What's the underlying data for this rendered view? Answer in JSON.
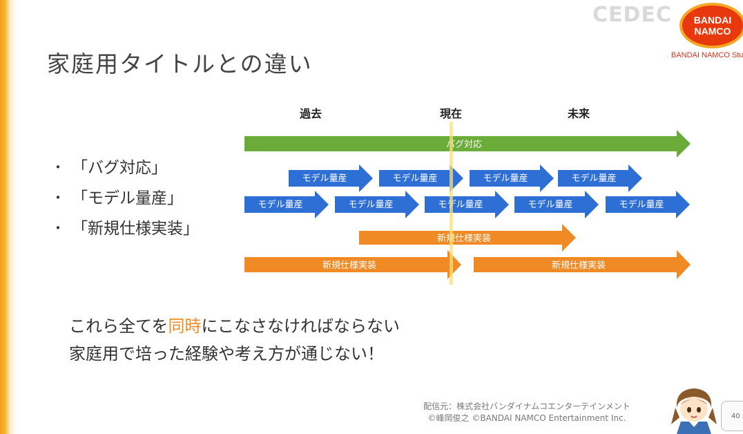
{
  "header": {
    "watermark": "CEDEC",
    "logo_line1": "BANDAI",
    "logo_line2": "NAMCO",
    "studio": "BANDAI NAMCO Stu"
  },
  "title": "家庭用タイトルとの違い",
  "bullets": [
    "「バグ対応」",
    "「モデル量産」",
    "「新規仕様実装」"
  ],
  "bullet_dot": "・",
  "timeline": {
    "labels": {
      "past": "過去",
      "present": "現在",
      "future": "未来"
    },
    "bug_label": "バグ対応",
    "model_label": "モデル量産",
    "spec_label": "新規仕様実装",
    "colors": {
      "bug": "#6aab3a",
      "model": "#2e6fd6",
      "spec": "#f08a24",
      "present_line": "#f9e27a"
    }
  },
  "summary": {
    "line1_before": "これら全てを",
    "line1_highlight": "同時",
    "line1_after": "にこなさなければならない",
    "line2": "家庭用で培った経験や考え方が通じない！"
  },
  "credits": {
    "line1": "配信元：株式会社バンダイナムコエンターテインメント",
    "line2": "©峰岡俊之 ©BANDAI NAMCO Entertainment Inc."
  },
  "page_number": "40"
}
